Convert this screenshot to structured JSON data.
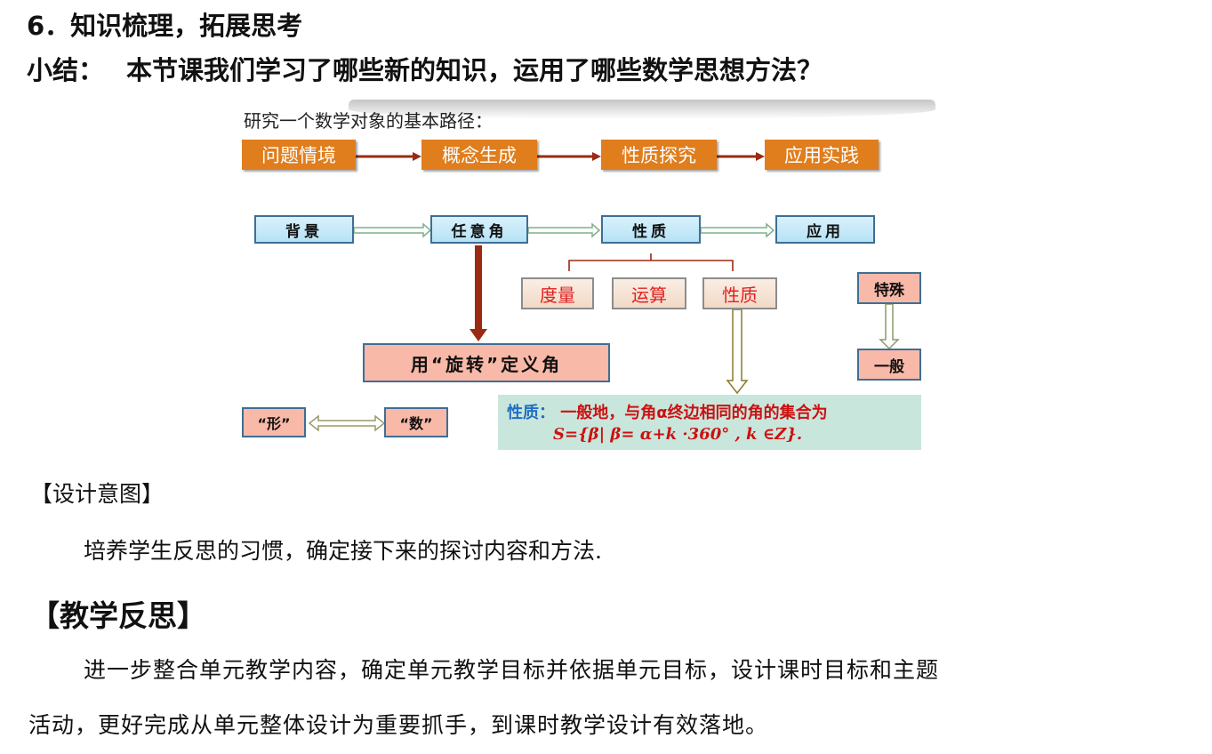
{
  "heading": "6．知识梳理，拓展思考",
  "summary": {
    "label": "小结：",
    "question": "本节课我们学习了哪些新的知识，运用了哪些数学思想方法？"
  },
  "diagram": {
    "path_title": "研究一个数学对象的基本路径：",
    "path_steps": [
      "问题情境",
      "概念生成",
      "性质探究",
      "应用实践"
    ],
    "flow_steps": [
      "背景",
      "任意角",
      "性质",
      "应用"
    ],
    "sub_items": [
      "度量",
      "运算",
      "性质"
    ],
    "rotation_def": "用“旋转”定义角",
    "shape": "“形”",
    "number": "“数”",
    "special": "特殊",
    "general": "一般",
    "property_label": "性质：",
    "property_text": "一般地，与角α终边相同的角的集合为",
    "property_formula": "S={β| β= α+k ·360°  , k ∈Z}."
  },
  "design_intent": {
    "title": "【设计意图】",
    "text": "培养学生反思的习惯，确定接下来的探讨内容和方法."
  },
  "reflection": {
    "title": "【教学反思】",
    "line1": "进一步整合单元教学内容，确定单元教学目标并依据单元目标，设计课时目标和主题",
    "line2": "活动，更好完成从单元整体设计为重要抓手，到课时教学设计有效落地。"
  },
  "colors": {
    "orange": "#e07d1c",
    "dark_red_arrow": "#9a2b12",
    "blue_border": "#3d6f95",
    "red_text": "#cc1111",
    "teal_box": "#c9e6dc"
  }
}
